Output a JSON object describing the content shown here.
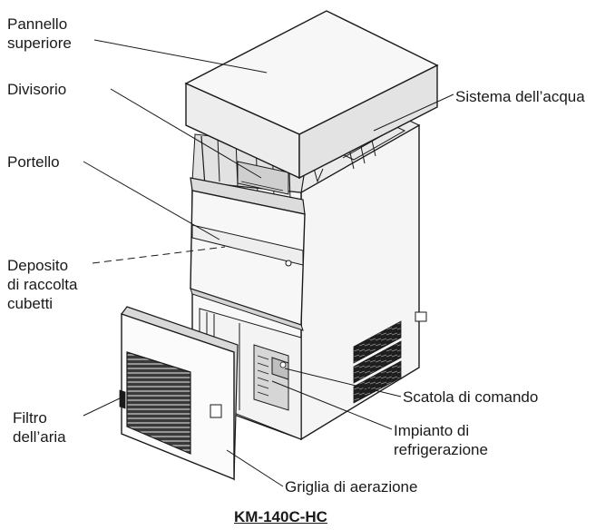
{
  "labels": {
    "top_panel": [
      "Pannello",
      "superiore"
    ],
    "divider": [
      "Divisorio"
    ],
    "water_system": [
      "Sistema dell’acqua"
    ],
    "door": [
      "Portello"
    ],
    "ice_bin": [
      "Deposito",
      "di raccolta",
      "cubetti"
    ],
    "air_filter": [
      "Filtro",
      "dell’aria"
    ],
    "control_box": [
      "Scatola di comando"
    ],
    "refrigeration": [
      "Impianto di",
      "refrigerazione"
    ],
    "louver": [
      "Griglia di aerazione"
    ]
  },
  "model_name": "KM-140C-HC"
}
